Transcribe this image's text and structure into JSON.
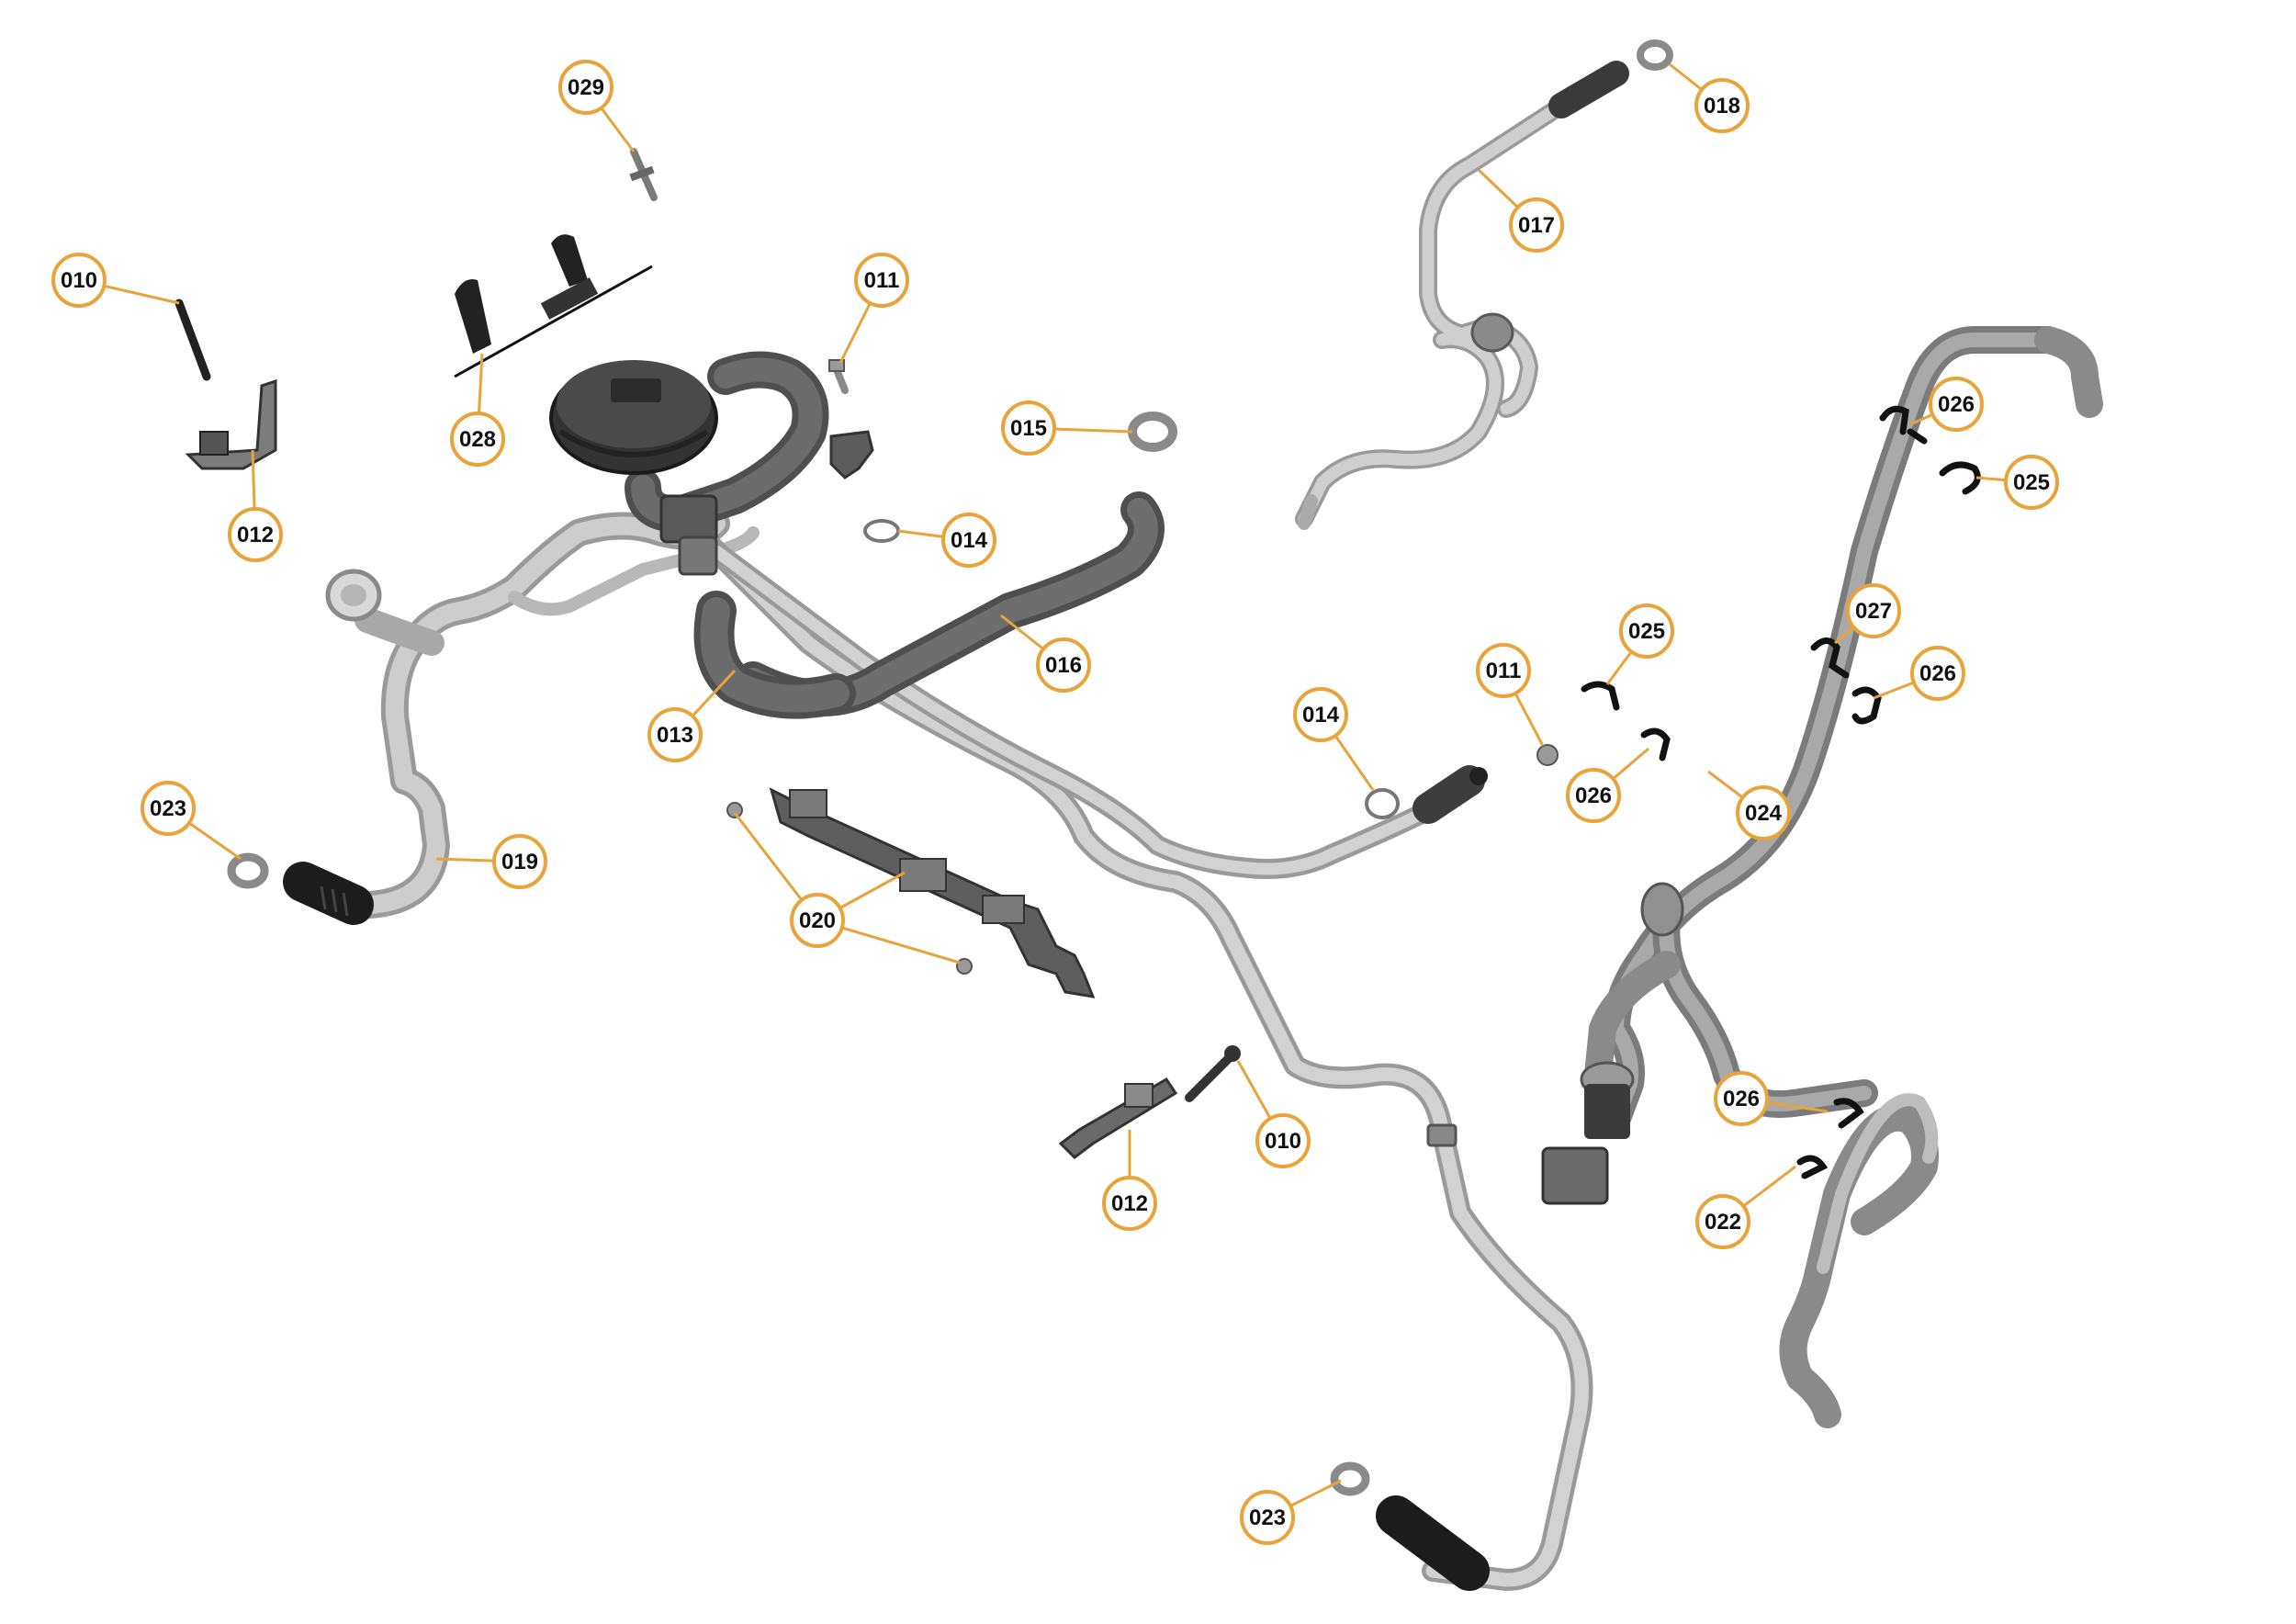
{
  "colors": {
    "callout_ring": "#e8a33a",
    "leader_line": "#e8a33a",
    "hose_light": "#c9c9c9",
    "hose_light_edge": "#9a9a9a",
    "hose_mid": "#8f8f8f",
    "hose_dark": "#5e5e5e",
    "rubber_black": "#1c1c1c",
    "background": "#ffffff"
  },
  "callouts": [
    {
      "id": "c029",
      "label": "029"
    },
    {
      "id": "c010a",
      "label": "010"
    },
    {
      "id": "c028",
      "label": "028"
    },
    {
      "id": "c011a",
      "label": "011"
    },
    {
      "id": "c012a",
      "label": "012"
    },
    {
      "id": "c015",
      "label": "015"
    },
    {
      "id": "c014a",
      "label": "014"
    },
    {
      "id": "c016",
      "label": "016"
    },
    {
      "id": "c013",
      "label": "013"
    },
    {
      "id": "c023a",
      "label": "023"
    },
    {
      "id": "c019",
      "label": "019"
    },
    {
      "id": "c020",
      "label": "020"
    },
    {
      "id": "c018",
      "label": "018"
    },
    {
      "id": "c017",
      "label": "017"
    },
    {
      "id": "c026a",
      "label": "026"
    },
    {
      "id": "c025a",
      "label": "025"
    },
    {
      "id": "c027",
      "label": "027"
    },
    {
      "id": "c026b",
      "label": "026"
    },
    {
      "id": "c025b",
      "label": "025"
    },
    {
      "id": "c011b",
      "label": "011"
    },
    {
      "id": "c014b",
      "label": "014"
    },
    {
      "id": "c026c",
      "label": "026"
    },
    {
      "id": "c024",
      "label": "024"
    },
    {
      "id": "c010b",
      "label": "010"
    },
    {
      "id": "c012b",
      "label": "012"
    },
    {
      "id": "c026d",
      "label": "026"
    },
    {
      "id": "c022",
      "label": "022"
    },
    {
      "id": "c023b",
      "label": "023"
    }
  ]
}
